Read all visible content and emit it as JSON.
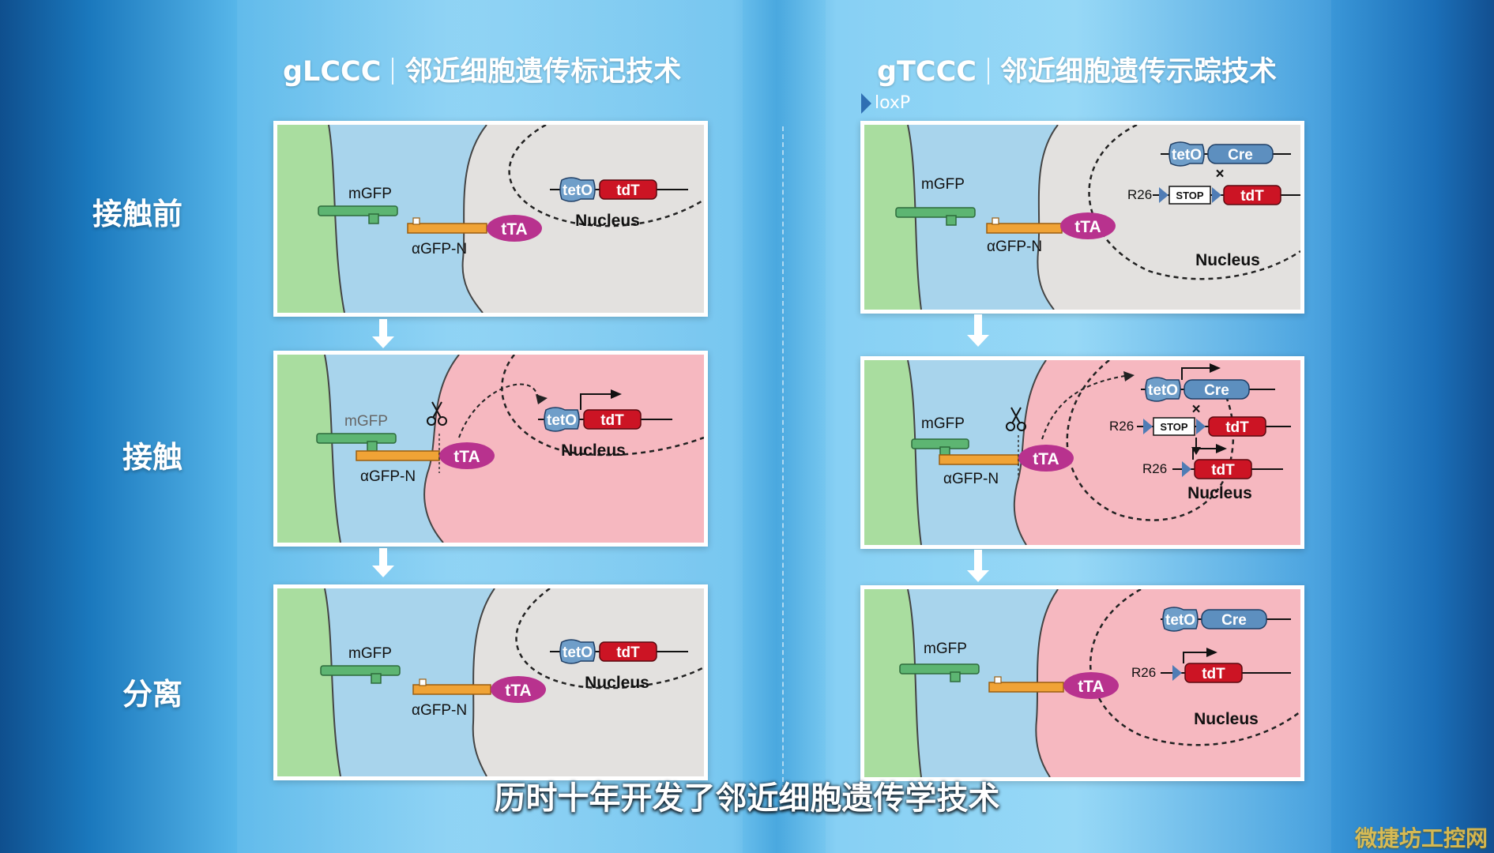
{
  "titles": {
    "left": {
      "code": "gLCCC",
      "name": "邻近细胞遗传标记技术"
    },
    "right": {
      "code": "gTCCC",
      "name": "邻近细胞遗传示踪技术"
    }
  },
  "row_labels": [
    "接触前",
    "接触",
    "分离"
  ],
  "legend": {
    "loxp": "loxP"
  },
  "labels": {
    "mgfp": "mGFP",
    "agfp": "αGFP-N",
    "tta": "tTA",
    "teto": "tetO",
    "tdt": "tdT",
    "cre": "Cre",
    "nucleus": "Nucleus",
    "r26": "R26",
    "stop": "STOP",
    "times": "×"
  },
  "colors": {
    "membrane": "#a9dd9f",
    "cytoplasm": "#a8d4ec",
    "cell_grey": "#e3e1df",
    "cell_pink": "#f6b8c0",
    "mgfp": "#5db572",
    "agfp": "#f0a336",
    "tta": "#b8328e",
    "teto": "#6f9ec9",
    "tdt": "#cc1424",
    "cre": "#5d8fbf",
    "loxp": "#4f7cb5"
  },
  "icons": {
    "scissors": "scissors-icon",
    "down_arrow": "down-arrow-icon"
  },
  "subtitle": "历时十年开发了邻近细胞遗传学技术",
  "watermark": "微捷坊工控网"
}
